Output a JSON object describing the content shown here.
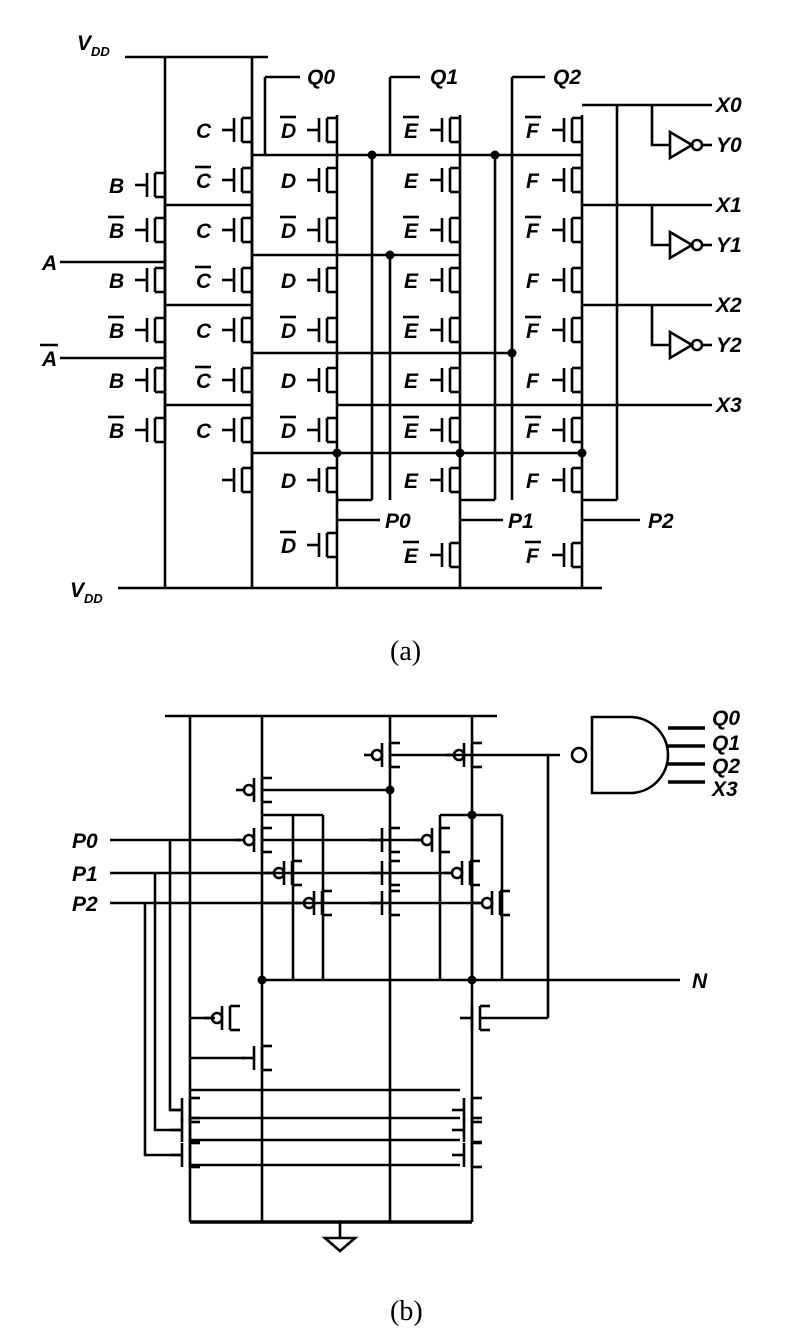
{
  "panel_a": {
    "caption": "(a)",
    "vdd_top": "V",
    "vdd_top_sub": "DD",
    "vdd_bottom": "V",
    "vdd_bottom_sub": "DD",
    "inputs": [
      "A",
      "A"
    ],
    "outputs": [
      "Q0",
      "Q1",
      "Q2",
      "P0",
      "P1",
      "P2",
      "X0",
      "X1",
      "X2",
      "X3",
      "Y0",
      "Y1",
      "Y2"
    ],
    "gate_columns": {
      "B": [
        "B",
        "B",
        "B",
        "B",
        "B",
        "B"
      ],
      "C": [
        "C",
        "C",
        "C",
        "C",
        "C",
        "C",
        "C"
      ],
      "D": [
        "D",
        "D",
        "D",
        "D",
        "D",
        "D",
        "D",
        "D",
        "D"
      ],
      "E": [
        "E",
        "E",
        "E",
        "E",
        "E",
        "E",
        "E",
        "E",
        "E"
      ],
      "F": [
        "F",
        "F",
        "F",
        "F",
        "F",
        "F",
        "F",
        "F",
        "F"
      ]
    }
  },
  "panel_b": {
    "caption": "(b)",
    "inputs": [
      "P0",
      "P1",
      "P2"
    ],
    "output": "N",
    "nand_inputs": [
      "Q0",
      "Q1",
      "Q2",
      "X3"
    ]
  }
}
